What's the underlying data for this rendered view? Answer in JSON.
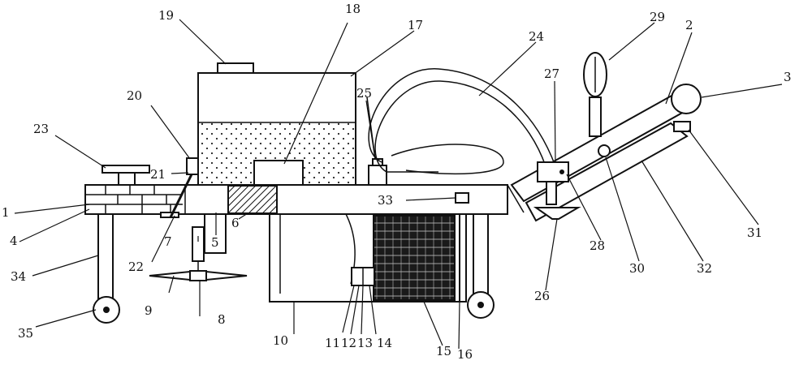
{
  "labels": [
    {
      "id": "p1",
      "text": "1"
    },
    {
      "id": "p2",
      "text": "2"
    },
    {
      "id": "p3",
      "text": "3"
    },
    {
      "id": "p4",
      "text": "4"
    },
    {
      "id": "p5",
      "text": "5"
    },
    {
      "id": "p6",
      "text": "6"
    },
    {
      "id": "p7",
      "text": "7"
    },
    {
      "id": "p8",
      "text": "8"
    },
    {
      "id": "p9",
      "text": "9"
    },
    {
      "id": "p10",
      "text": "10"
    },
    {
      "id": "p11",
      "text": "11"
    },
    {
      "id": "p12",
      "text": "12"
    },
    {
      "id": "p13",
      "text": "13"
    },
    {
      "id": "p14",
      "text": "14"
    },
    {
      "id": "p15",
      "text": "15"
    },
    {
      "id": "p16",
      "text": "16"
    },
    {
      "id": "p17",
      "text": "17"
    },
    {
      "id": "p18",
      "text": "18"
    },
    {
      "id": "p19",
      "text": "19"
    },
    {
      "id": "p20",
      "text": "20"
    },
    {
      "id": "p21",
      "text": "21"
    },
    {
      "id": "p22",
      "text": "22"
    },
    {
      "id": "p23",
      "text": "23"
    },
    {
      "id": "p24",
      "text": "24"
    },
    {
      "id": "p25",
      "text": "25"
    },
    {
      "id": "p26",
      "text": "26"
    },
    {
      "id": "p27",
      "text": "27"
    },
    {
      "id": "p28",
      "text": "28"
    },
    {
      "id": "p29",
      "text": "29"
    },
    {
      "id": "p30",
      "text": "30"
    },
    {
      "id": "p31",
      "text": "31"
    },
    {
      "id": "p32",
      "text": "32"
    },
    {
      "id": "p33",
      "text": "33"
    },
    {
      "id": "p34",
      "text": "34"
    },
    {
      "id": "p35",
      "text": "35"
    }
  ]
}
